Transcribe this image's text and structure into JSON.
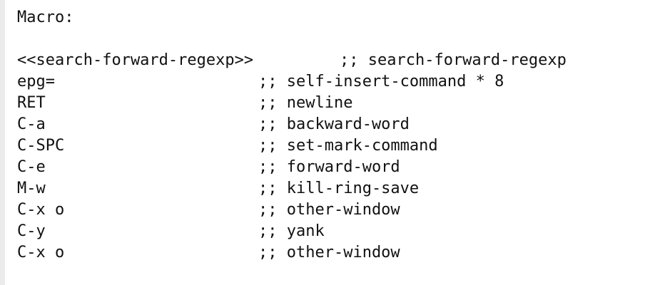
{
  "header": "Macro:",
  "rows": [
    {
      "key": "<<search-forward-regexp>>",
      "comment": ";; search-forward-regexp"
    },
    {
      "key": "epg=",
      "comment": ";; self-insert-command * 8"
    },
    {
      "key": "RET",
      "comment": ";; newline"
    },
    {
      "key": "C-a",
      "comment": ";; backward-word"
    },
    {
      "key": "C-SPC",
      "comment": ";; set-mark-command"
    },
    {
      "key": "C-e",
      "comment": ";; forward-word"
    },
    {
      "key": "M-w",
      "comment": ";; kill-ring-save"
    },
    {
      "key": "C-x o",
      "comment": ";; other-window"
    },
    {
      "key": "C-y",
      "comment": ";; yank"
    },
    {
      "key": "C-x o",
      "comment": ";; other-window"
    }
  ]
}
